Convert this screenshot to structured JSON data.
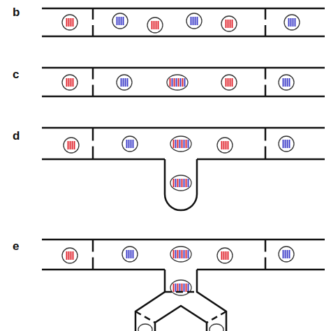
{
  "diagram": {
    "labels": [
      "b",
      "c",
      "d",
      "e"
    ]
  }
}
